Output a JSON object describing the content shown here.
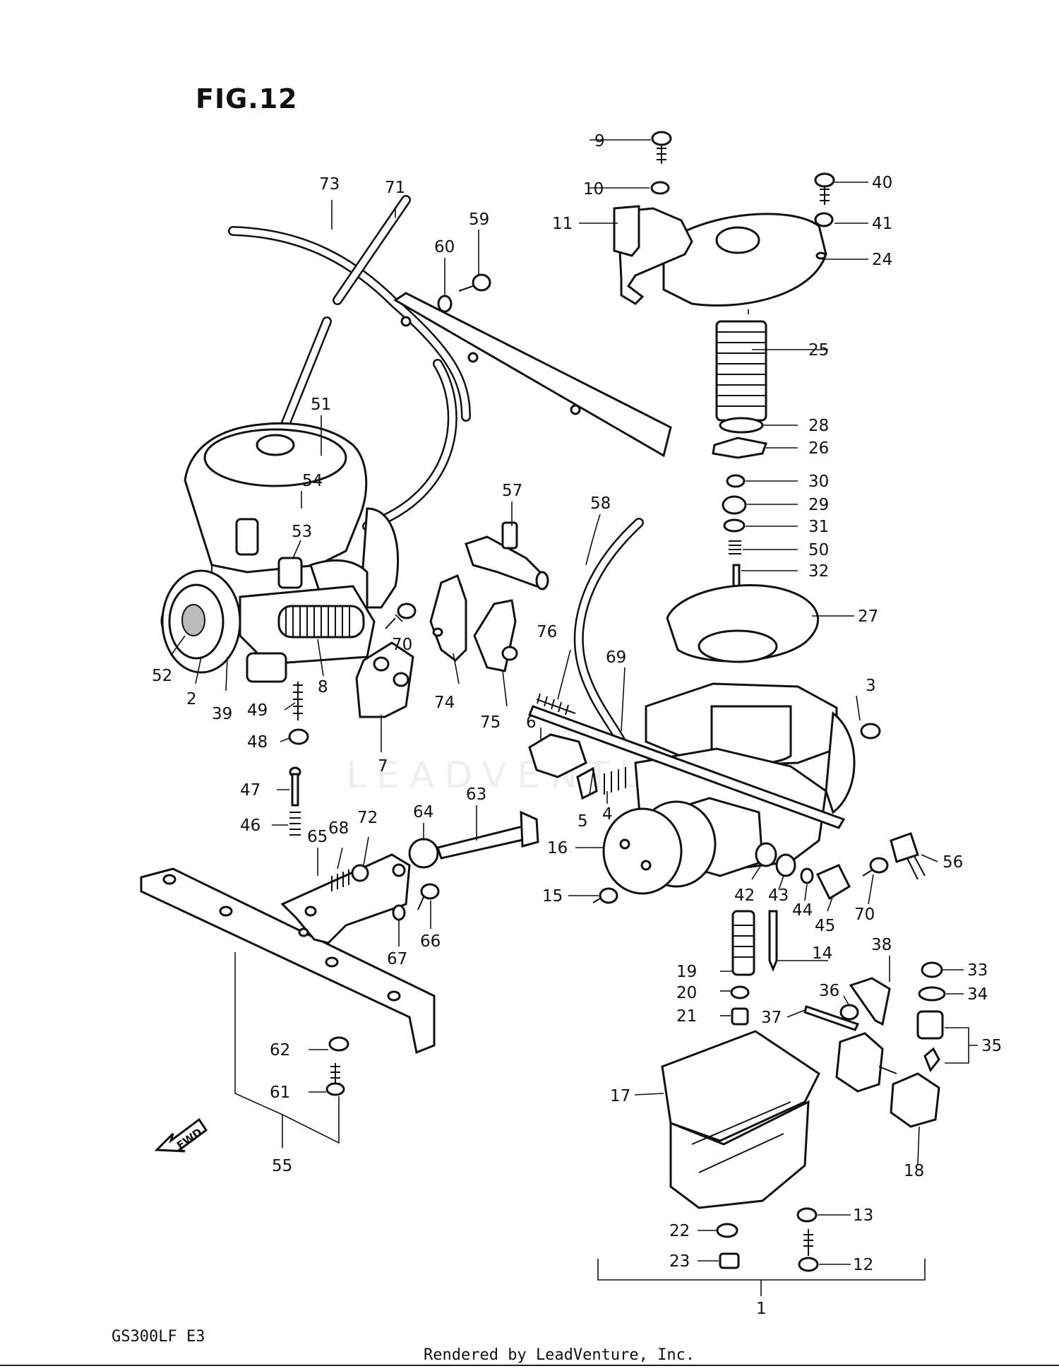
{
  "figure": {
    "title": "FIG.12",
    "model_code": "GS300LF  E3",
    "footer": "Rendered by LeadVenture, Inc.",
    "watermark": "LEADVENTURE",
    "fwd_label": "FWD"
  },
  "callouts": [
    {
      "n": "1"
    },
    {
      "n": "2"
    },
    {
      "n": "3"
    },
    {
      "n": "4"
    },
    {
      "n": "5"
    },
    {
      "n": "6"
    },
    {
      "n": "7"
    },
    {
      "n": "8"
    },
    {
      "n": "9"
    },
    {
      "n": "10"
    },
    {
      "n": "11"
    },
    {
      "n": "12"
    },
    {
      "n": "13"
    },
    {
      "n": "14"
    },
    {
      "n": "15"
    },
    {
      "n": "16"
    },
    {
      "n": "17"
    },
    {
      "n": "18"
    },
    {
      "n": "19"
    },
    {
      "n": "20"
    },
    {
      "n": "21"
    },
    {
      "n": "22"
    },
    {
      "n": "23"
    },
    {
      "n": "24"
    },
    {
      "n": "25"
    },
    {
      "n": "26"
    },
    {
      "n": "27"
    },
    {
      "n": "28"
    },
    {
      "n": "29"
    },
    {
      "n": "30"
    },
    {
      "n": "31"
    },
    {
      "n": "32"
    },
    {
      "n": "33"
    },
    {
      "n": "34"
    },
    {
      "n": "35"
    },
    {
      "n": "36"
    },
    {
      "n": "37"
    },
    {
      "n": "38"
    },
    {
      "n": "39"
    },
    {
      "n": "40"
    },
    {
      "n": "41"
    },
    {
      "n": "42"
    },
    {
      "n": "43"
    },
    {
      "n": "44"
    },
    {
      "n": "45"
    },
    {
      "n": "46"
    },
    {
      "n": "47"
    },
    {
      "n": "48"
    },
    {
      "n": "49"
    },
    {
      "n": "50"
    },
    {
      "n": "51"
    },
    {
      "n": "52"
    },
    {
      "n": "53"
    },
    {
      "n": "54"
    },
    {
      "n": "55"
    },
    {
      "n": "56"
    },
    {
      "n": "57"
    },
    {
      "n": "58"
    },
    {
      "n": "59"
    },
    {
      "n": "60"
    },
    {
      "n": "61"
    },
    {
      "n": "62"
    },
    {
      "n": "63"
    },
    {
      "n": "64"
    },
    {
      "n": "65"
    },
    {
      "n": "66"
    },
    {
      "n": "67"
    },
    {
      "n": "68"
    },
    {
      "n": "69"
    },
    {
      "n": "70"
    },
    {
      "n": "70"
    },
    {
      "n": "70"
    },
    {
      "n": "71"
    },
    {
      "n": "72"
    },
    {
      "n": "73"
    },
    {
      "n": "74"
    },
    {
      "n": "75"
    },
    {
      "n": "76"
    }
  ]
}
